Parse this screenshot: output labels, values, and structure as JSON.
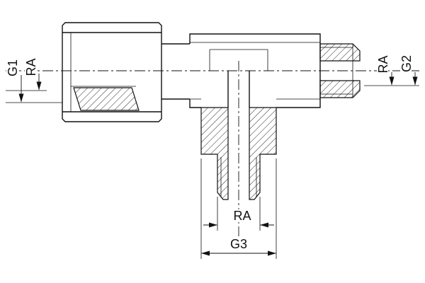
{
  "drawing": {
    "labels": {
      "g1": "G1",
      "ra_left": "RA",
      "ra_right": "RA",
      "g2": "G2",
      "ra_bottom": "RA",
      "g3": "G3"
    },
    "colors": {
      "line": "#111111",
      "background": "#ffffff"
    }
  }
}
